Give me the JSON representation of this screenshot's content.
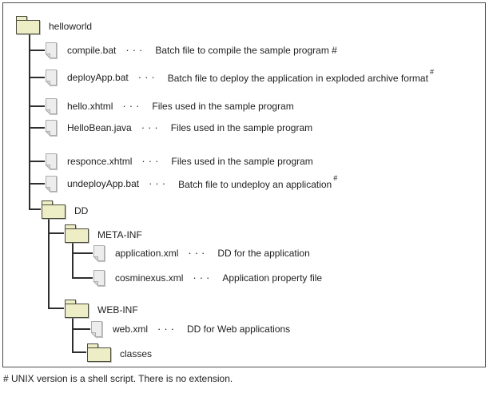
{
  "tree": {
    "separator": "···",
    "nodes": [
      {
        "id": "helloworld",
        "type": "folder",
        "label": "helloworld"
      },
      {
        "id": "compile",
        "type": "file",
        "label": "compile.bat",
        "desc": "Batch file to compile the sample program #"
      },
      {
        "id": "deploy",
        "type": "file",
        "label": "deployApp.bat",
        "desc": "Batch file to deploy the application in exploded archive format",
        "sup": "#"
      },
      {
        "id": "hello",
        "type": "file",
        "label": "hello.xhtml",
        "desc": "Files used in the sample program"
      },
      {
        "id": "hellobean",
        "type": "file",
        "label": "HelloBean.java",
        "desc": "Files used in the sample program"
      },
      {
        "id": "responce",
        "type": "file",
        "label": "responce.xhtml",
        "desc": "Files used in the sample program"
      },
      {
        "id": "undeploy",
        "type": "file",
        "label": "undeployApp.bat",
        "desc": "Batch file to undeploy an application",
        "sup": "#"
      },
      {
        "id": "dd",
        "type": "folder",
        "label": "DD"
      },
      {
        "id": "metainf",
        "type": "folder",
        "label": "META-INF"
      },
      {
        "id": "application",
        "type": "file",
        "label": "application.xml",
        "desc": "DD for the application"
      },
      {
        "id": "cosminexus",
        "type": "file",
        "label": "cosminexus.xml",
        "desc": "Application property file"
      },
      {
        "id": "webinf",
        "type": "folder",
        "label": "WEB-INF"
      },
      {
        "id": "webxml",
        "type": "file",
        "label": "web.xml",
        "desc": "DD for Web applications"
      },
      {
        "id": "classes",
        "type": "folder",
        "label": "classes"
      }
    ],
    "footnote": "# UNIX version is a shell script. There is no extension."
  },
  "colors": {
    "folder_fill": "#EEEEC6",
    "folder_border": "#4A4A3C",
    "file_fill": "#EDEDED",
    "file_fold_fill": "#DDDDDD",
    "file_border": "#ACACAC",
    "line": "#2E2E2E",
    "frame_border": "#4D4D4D",
    "text": "#1E1E1E"
  }
}
